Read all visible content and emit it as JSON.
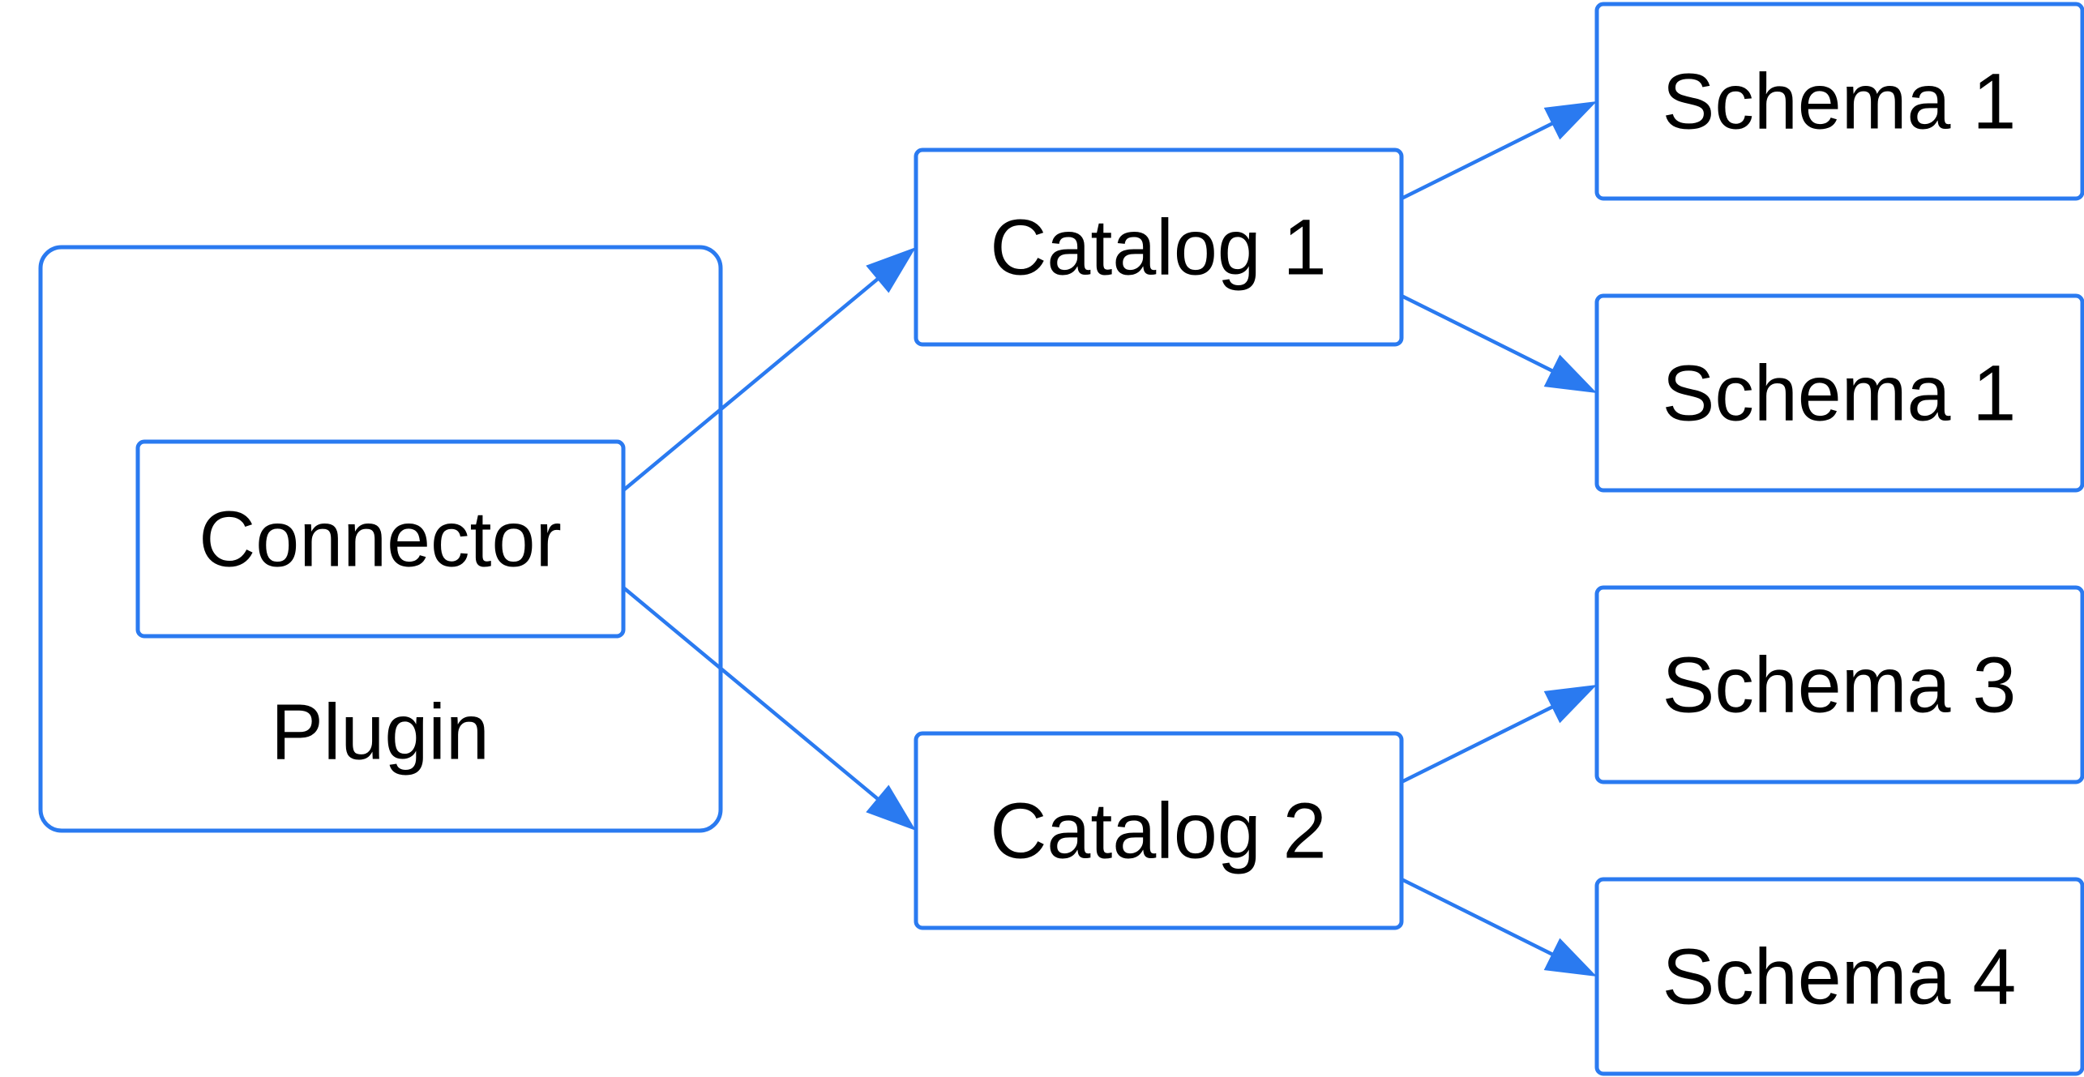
{
  "diagram": {
    "colors": {
      "stroke": "#2a7af0",
      "text": "#000000",
      "background": "#ffffff"
    },
    "plugin": {
      "label": "Plugin"
    },
    "connector": {
      "label": "Connector"
    },
    "catalogs": [
      {
        "label": "Catalog 1"
      },
      {
        "label": "Catalog 2"
      }
    ],
    "schemas": [
      {
        "label": "Schema 1"
      },
      {
        "label": "Schema 1"
      },
      {
        "label": "Schema 3"
      },
      {
        "label": "Schema 4"
      }
    ],
    "edges": [
      {
        "from": "Connector",
        "to": "Catalog 1"
      },
      {
        "from": "Connector",
        "to": "Catalog 2"
      },
      {
        "from": "Catalog 1",
        "to": "Schema 1"
      },
      {
        "from": "Catalog 1",
        "to": "Schema 1"
      },
      {
        "from": "Catalog 2",
        "to": "Schema 3"
      },
      {
        "from": "Catalog 2",
        "to": "Schema 4"
      }
    ]
  }
}
